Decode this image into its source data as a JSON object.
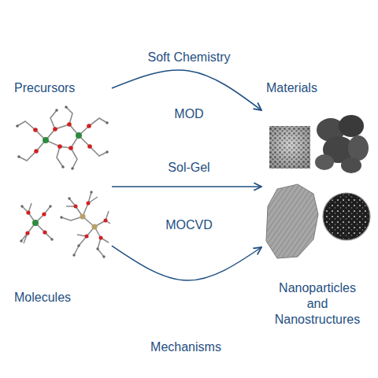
{
  "diagram": {
    "title": "Soft Chemistry",
    "caption": "Mechanisms",
    "nodes": [
      {
        "text": [
          "Precursors",
          "Molecules"
        ]
      },
      {
        "text": [
          "Materials",
          "Nanoparticles and Nanostructures"
        ]
      }
    ],
    "edges": [
      {
        "from": 0,
        "to": 1,
        "label": "MOD",
        "arrow": "to"
      },
      {
        "from": 0,
        "to": 1,
        "label": "Sol-Gel",
        "arrow": "to"
      },
      {
        "from": 0,
        "to": 1,
        "label": "MOCVD",
        "arrow": "to"
      }
    ]
  }
}
